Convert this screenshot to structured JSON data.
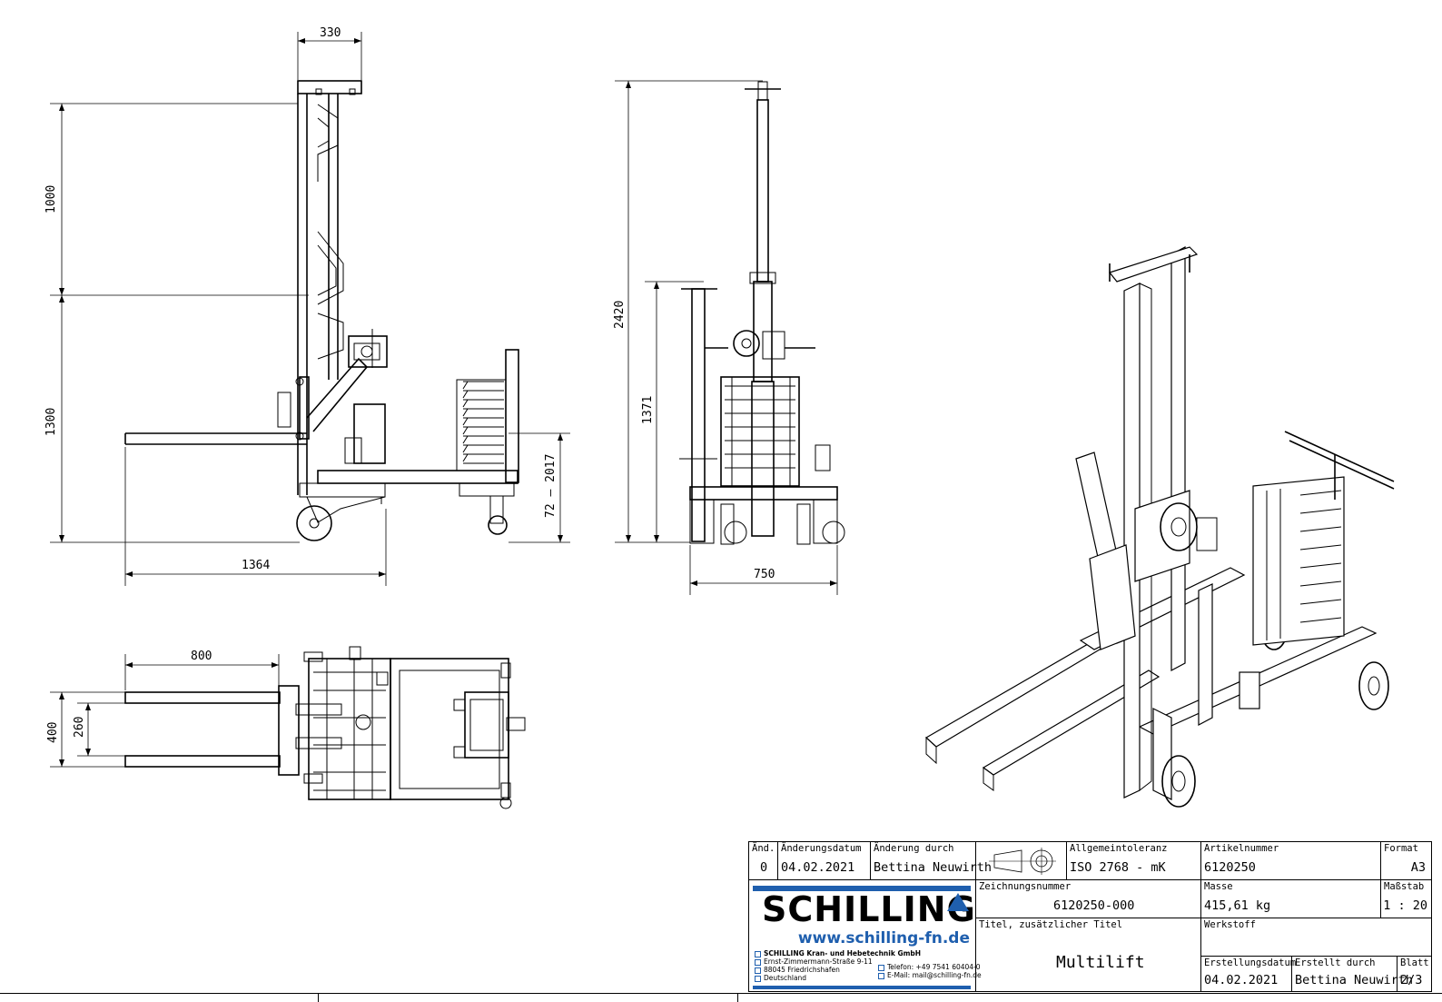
{
  "dimensions": {
    "side_view": {
      "top_width": "330",
      "upper_height": "1000",
      "lower_height": "1300",
      "overall_length": "1364",
      "fork_height_range": "72 – 2017"
    },
    "front_view": {
      "overall_height": "2420",
      "handle_height": "1371",
      "width": "750"
    },
    "top_view": {
      "fork_length": "800",
      "outer_width": "400",
      "inner_width": "260"
    }
  },
  "title_block": {
    "rev": {
      "label": "Änd.",
      "value": "0"
    },
    "change_date": {
      "label": "Änderungsdatum",
      "value": "04.02.2021"
    },
    "changed_by": {
      "label": "Änderung durch",
      "value": "Bettina Neuwirth"
    },
    "tolerance": {
      "label": "Allgemeintoleranz",
      "value": "ISO 2768 - mK"
    },
    "article": {
      "label": "Artikelnummer",
      "value": "6120250"
    },
    "format": {
      "label": "Format",
      "value": "A3"
    },
    "drawing_number": {
      "label": "Zeichnungsnummer",
      "value": "6120250-000"
    },
    "mass": {
      "label": "Masse",
      "value": "415,61 kg"
    },
    "scale": {
      "label": "Maßstab",
      "value": "1 : 20"
    },
    "title": {
      "label": "Titel, zusätzlicher Titel",
      "value": "Multilift"
    },
    "material": {
      "label": "Werkstoff",
      "value": ""
    },
    "created_date": {
      "label": "Erstellungsdatum",
      "value": "04.02.2021"
    },
    "created_by": {
      "label": "Erstellt durch",
      "value": "Bettina Neuwirth"
    },
    "sheet": {
      "label": "Blatt",
      "value": "2/3"
    }
  },
  "company": {
    "logo_text": "SCHILLING",
    "website": "www.schilling-fn.de",
    "name": "SCHILLING Kran- und Hebetechnik GmbH",
    "street": "Ernst-Zimmermann-Straße 9-11",
    "city": "88045 Friedrichshafen",
    "country": "Deutschland",
    "phone": "Telefon: +49 7541 60404-0",
    "email": "E-Mail: mail@schilling-fn.de",
    "brand_color": "#1f5fae"
  }
}
